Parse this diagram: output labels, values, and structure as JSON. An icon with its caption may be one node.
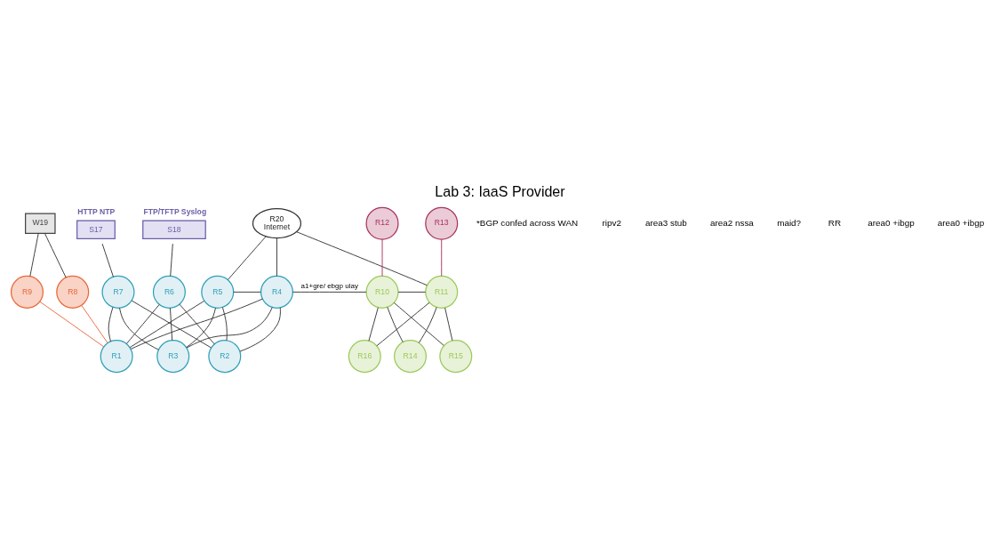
{
  "diagram": {
    "title": "Lab 3: IaaS Provider",
    "nodes": [
      {
        "text": [
          "W19"
        ]
      },
      {
        "text": [
          "S17"
        ],
        "beside": [
          "HTTP NTP"
        ]
      },
      {
        "text": [
          "S18"
        ],
        "beside": [
          "FTP/TFTP Syslog"
        ]
      },
      {
        "text": [
          "R20",
          "Internet"
        ]
      },
      {
        "text": [
          "R12"
        ]
      },
      {
        "text": [
          "R13"
        ]
      },
      {
        "text": [
          "R9"
        ]
      },
      {
        "text": [
          "R8"
        ]
      },
      {
        "text": [
          "R7"
        ]
      },
      {
        "text": [
          "R6"
        ]
      },
      {
        "text": [
          "R5"
        ]
      },
      {
        "text": [
          "R4"
        ]
      },
      {
        "text": [
          "R10"
        ]
      },
      {
        "text": [
          "R11"
        ]
      },
      {
        "text": [
          "R1"
        ]
      },
      {
        "text": [
          "R2"
        ]
      },
      {
        "text": [
          "R3"
        ]
      },
      {
        "text": [
          "R14"
        ]
      },
      {
        "text": [
          "R15"
        ]
      },
      {
        "text": [
          "R16"
        ]
      }
    ],
    "edges": [
      {
        "from": 0,
        "to": 6,
        "arrow": "none"
      },
      {
        "from": 0,
        "to": 7,
        "arrow": "none"
      },
      {
        "from": 1,
        "to": 8,
        "arrow": "none"
      },
      {
        "from": 2,
        "to": 9,
        "arrow": "none"
      },
      {
        "from": 3,
        "to": 10,
        "arrow": "none"
      },
      {
        "from": 3,
        "to": 11,
        "arrow": "none"
      },
      {
        "from": 3,
        "to": 13,
        "arrow": "none"
      },
      {
        "from": 4,
        "to": 12,
        "arrow": "none",
        "color": "#a8325e"
      },
      {
        "from": 5,
        "to": 13,
        "arrow": "none",
        "color": "#a8325e"
      },
      {
        "from": 10,
        "to": 11,
        "arrow": "none"
      },
      {
        "from": 11,
        "to": 12,
        "arrow": "none",
        "label": "a1+gre/ ebgp ulay"
      },
      {
        "from": 12,
        "to": 13,
        "arrow": "none"
      },
      {
        "from": 6,
        "to": 14,
        "arrow": "none",
        "color": "#e8673a"
      },
      {
        "from": 7,
        "to": 14,
        "arrow": "none",
        "color": "#e8673a"
      },
      {
        "from": 8,
        "to": 14,
        "arrow": "none"
      },
      {
        "from": 8,
        "to": 15,
        "arrow": "none"
      },
      {
        "from": 8,
        "to": 16,
        "arrow": "none"
      },
      {
        "from": 9,
        "to": 14,
        "arrow": "none"
      },
      {
        "from": 9,
        "to": 15,
        "arrow": "none"
      },
      {
        "from": 9,
        "to": 16,
        "arrow": "none"
      },
      {
        "from": 10,
        "to": 14,
        "arrow": "none"
      },
      {
        "from": 10,
        "to": 15,
        "arrow": "none"
      },
      {
        "from": 10,
        "to": 16,
        "arrow": "none"
      },
      {
        "from": 11,
        "to": 14,
        "arrow": "none"
      },
      {
        "from": 11,
        "to": 15,
        "arrow": "none"
      },
      {
        "from": 11,
        "to": 16,
        "arrow": "none"
      },
      {
        "from": 12,
        "to": 17,
        "arrow": "none"
      },
      {
        "from": 12,
        "to": 18,
        "arrow": "none"
      },
      {
        "from": 12,
        "to": 19,
        "arrow": "none"
      },
      {
        "from": 13,
        "to": 17,
        "arrow": "none"
      },
      {
        "from": 13,
        "to": 18,
        "arrow": "none"
      },
      {
        "from": 13,
        "to": 19,
        "arrow": "none"
      }
    ],
    "labels": [
      "*BGP confed across WAN",
      "ripv2",
      "area3 stub",
      "area2 nssa",
      "maid?",
      "RR",
      "area0 +ibgp",
      "area0 +ibgp"
    ]
  }
}
